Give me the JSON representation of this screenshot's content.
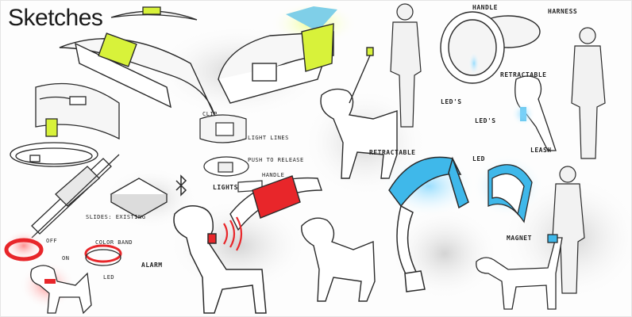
{
  "title": "Sketches",
  "labels": {
    "handle": "HANDLE",
    "harness": "HARNESS",
    "leds_top": "LED'S",
    "retractable_top": "RETRACTABLE",
    "leds_mid": "LED'S",
    "retractable_mid": "RETRACTABLE",
    "led": "LED",
    "leash": "LEASH",
    "magnet": "MAGNET",
    "alarm": "ALARM",
    "slides_existing": "SLIDES: EXISTING",
    "off": "OFF",
    "on": "ON",
    "color_band": "COLOR BAND",
    "clip": "CLIP",
    "light_lines": "LIGHT LINES",
    "push_to_release": "PUSH TO RELEASE",
    "handle_small": "HANDLE",
    "lights": "LIGHTS",
    "led_small": "LED"
  },
  "colors": {
    "lime": "#d8f23a",
    "cyan": "#3fb8ea",
    "red": "#e8262a",
    "ink": "#2a2a2a"
  },
  "icons": [
    "bluetooth-icon"
  ]
}
